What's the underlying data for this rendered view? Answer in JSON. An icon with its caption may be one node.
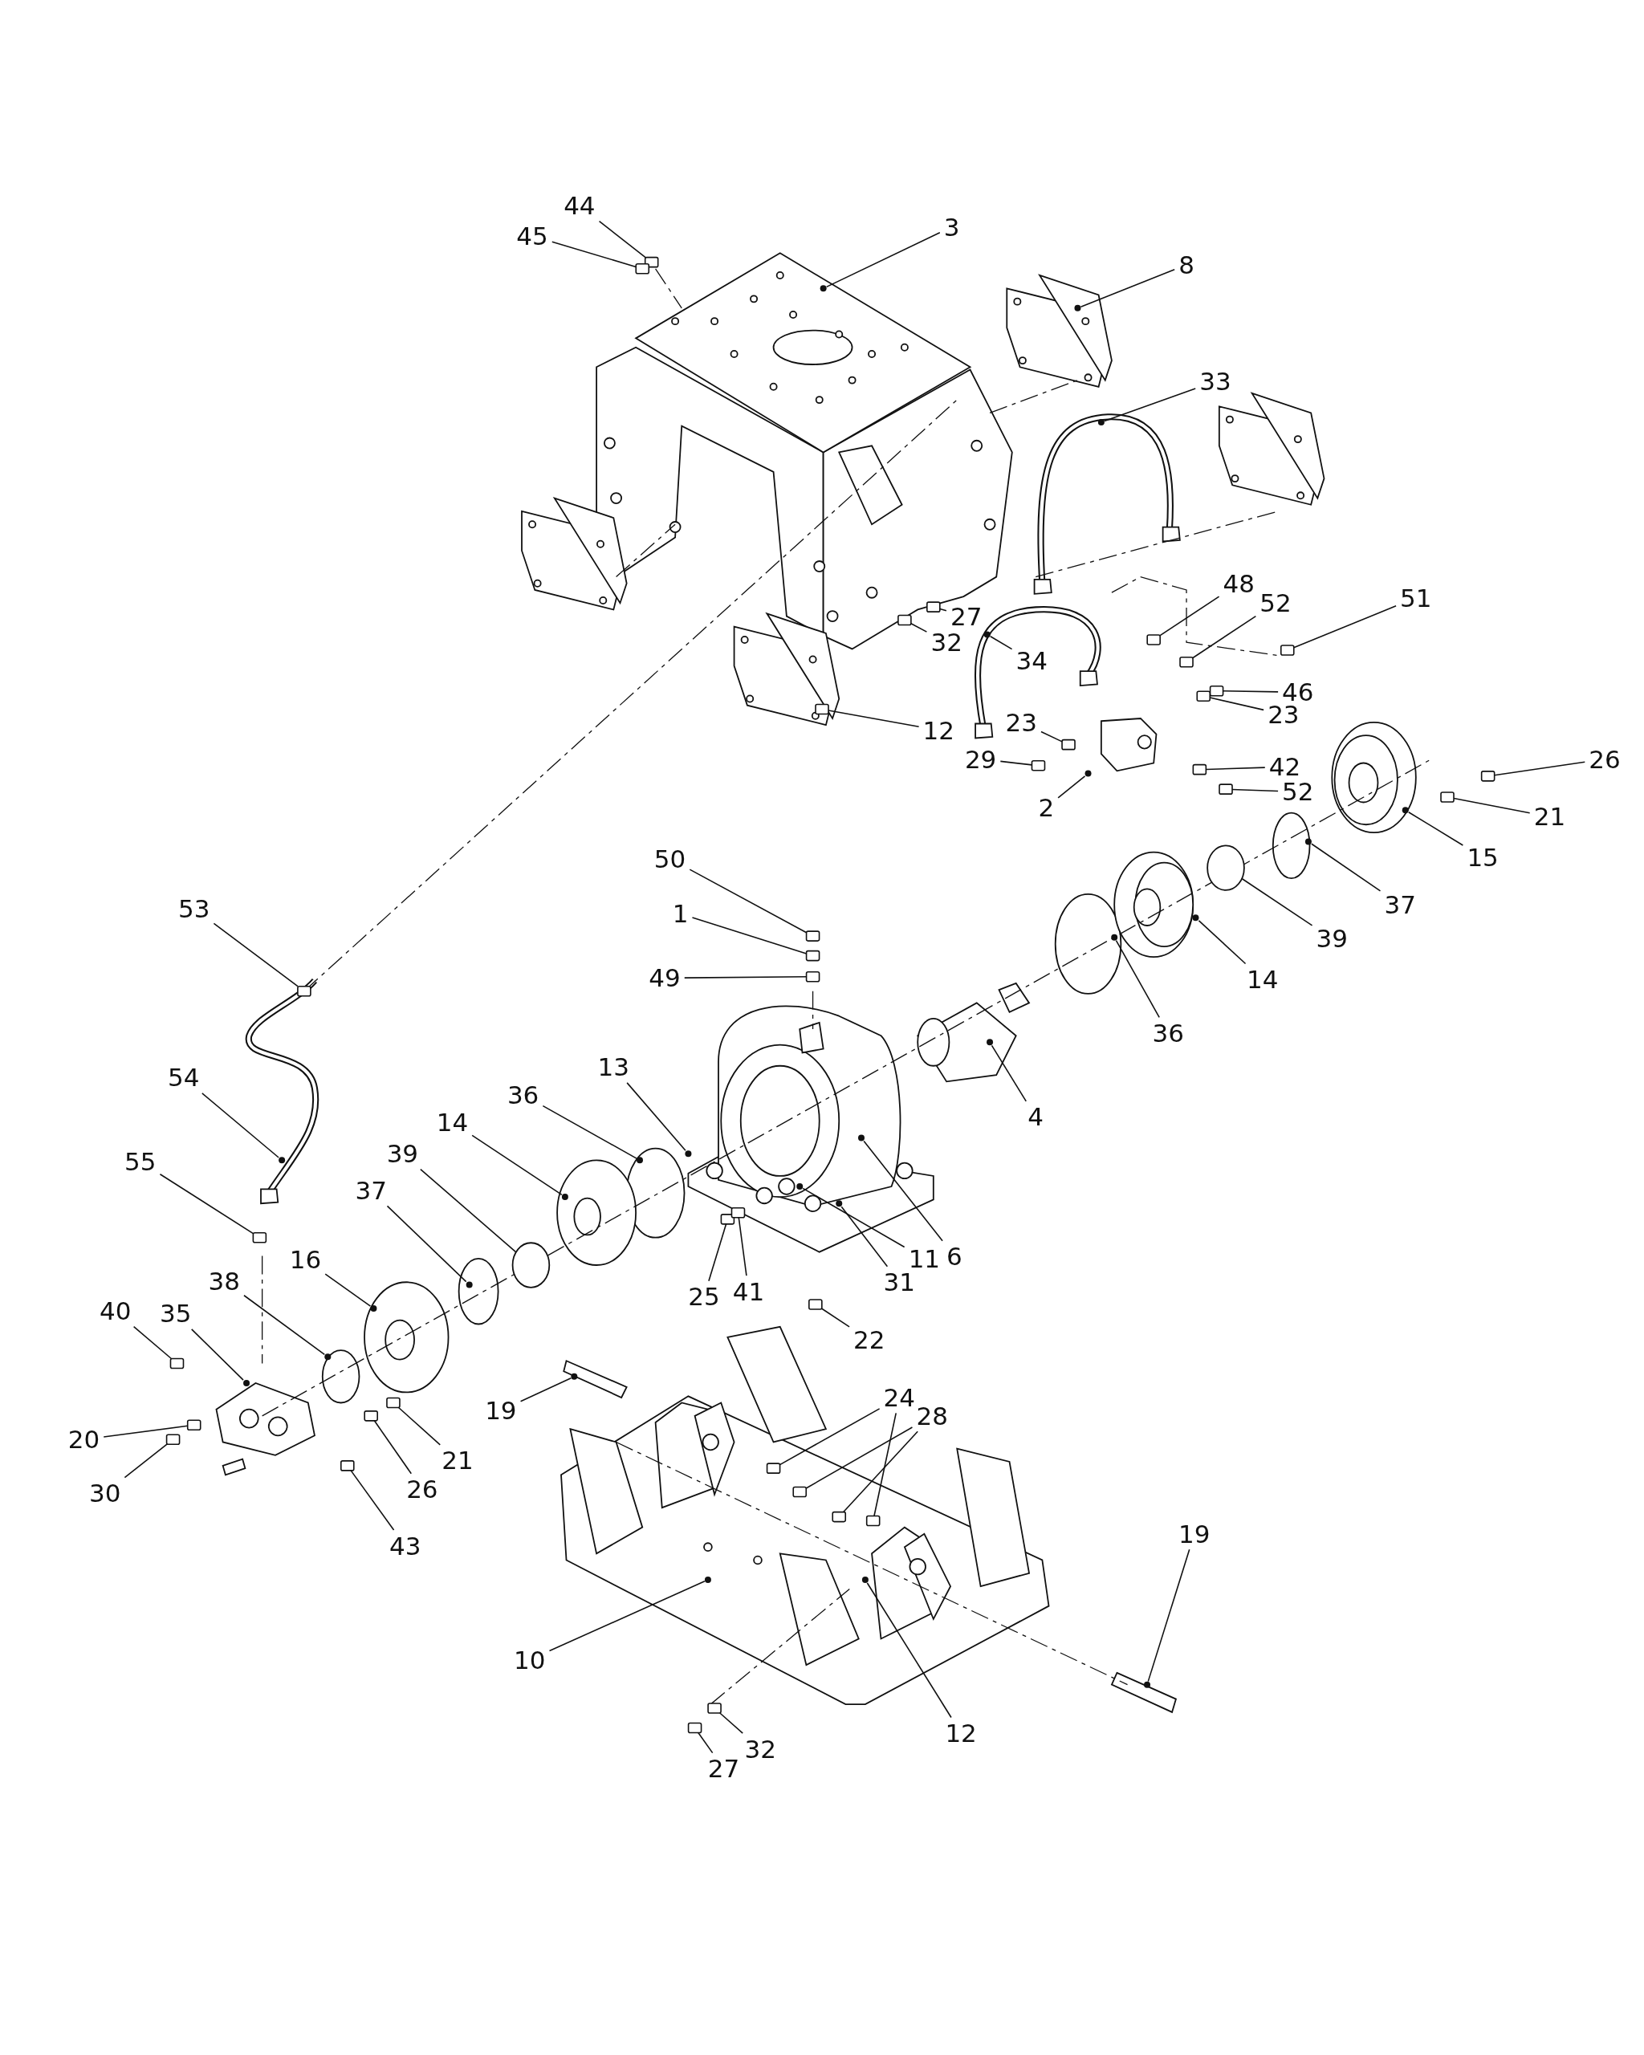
{
  "diagram": {
    "nodes": [
      {
        "text": [
          "44"
        ]
      },
      {
        "text": [
          "45"
        ]
      },
      {
        "text": [
          "3"
        ]
      },
      {
        "text": [
          "8"
        ]
      },
      {
        "text": [
          "33"
        ]
      },
      {
        "text": [
          "48"
        ]
      },
      {
        "text": [
          "52"
        ]
      },
      {
        "text": [
          "51"
        ]
      },
      {
        "text": [
          "27"
        ]
      },
      {
        "text": [
          "32"
        ]
      },
      {
        "text": [
          "34"
        ]
      },
      {
        "text": [
          "46"
        ]
      },
      {
        "text": [
          "23"
        ]
      },
      {
        "text": [
          "12"
        ]
      },
      {
        "text": [
          "23"
        ]
      },
      {
        "text": [
          "29"
        ]
      },
      {
        "text": [
          "42"
        ]
      },
      {
        "text": [
          "52"
        ]
      },
      {
        "text": [
          "26"
        ]
      },
      {
        "text": [
          "21"
        ]
      },
      {
        "text": [
          "2"
        ]
      },
      {
        "text": [
          "15"
        ]
      },
      {
        "text": [
          "50"
        ]
      },
      {
        "text": [
          "1"
        ]
      },
      {
        "text": [
          "49"
        ]
      },
      {
        "text": [
          "37"
        ]
      },
      {
        "text": [
          "39"
        ]
      },
      {
        "text": [
          "14"
        ]
      },
      {
        "text": [
          "36"
        ]
      },
      {
        "text": [
          "13"
        ]
      },
      {
        "text": [
          "4"
        ]
      },
      {
        "text": [
          "53"
        ]
      },
      {
        "text": [
          "54"
        ]
      },
      {
        "text": [
          "36"
        ]
      },
      {
        "text": [
          "14"
        ]
      },
      {
        "text": [
          "39"
        ]
      },
      {
        "text": [
          "37"
        ]
      },
      {
        "text": [
          "55"
        ]
      },
      {
        "text": [
          "16"
        ]
      },
      {
        "text": [
          "11"
        ]
      },
      {
        "text": [
          "6"
        ]
      },
      {
        "text": [
          "31"
        ]
      },
      {
        "text": [
          "25"
        ]
      },
      {
        "text": [
          "41"
        ]
      },
      {
        "text": [
          "38"
        ]
      },
      {
        "text": [
          "22"
        ]
      },
      {
        "text": [
          "40"
        ]
      },
      {
        "text": [
          "35"
        ]
      },
      {
        "text": [
          "24"
        ]
      },
      {
        "text": [
          "28"
        ]
      },
      {
        "text": [
          "19"
        ]
      },
      {
        "text": [
          "20"
        ]
      },
      {
        "text": [
          "21"
        ]
      },
      {
        "text": [
          "26"
        ]
      },
      {
        "text": [
          "30"
        ]
      },
      {
        "text": [
          "43"
        ]
      },
      {
        "text": [
          "19"
        ]
      },
      {
        "text": [
          "10"
        ]
      },
      {
        "text": [
          "12"
        ]
      },
      {
        "text": [
          "32"
        ]
      },
      {
        "text": [
          "27"
        ]
      },
      {
        "text": [],
        "shape": "box"
      },
      {
        "text": [],
        "shape": "box"
      },
      {
        "text": [],
        "shape": "circle"
      },
      {
        "text": [],
        "shape": "circle"
      },
      {
        "text": [],
        "shape": "circle"
      },
      {
        "text": [],
        "shape": "box"
      },
      {
        "text": [],
        "shape": "box"
      },
      {
        "text": [],
        "shape": "box"
      },
      {
        "text": [],
        "shape": "box"
      },
      {
        "text": [],
        "shape": "box"
      },
      {
        "text": [],
        "shape": "circle"
      },
      {
        "text": [],
        "shape": "box"
      },
      {
        "text": [],
        "shape": "box"
      },
      {
        "text": [],
        "shape": "box"
      },
      {
        "text": [],
        "shape": "box"
      },
      {
        "text": [],
        "shape": "box"
      },
      {
        "text": [],
        "shape": "box"
      },
      {
        "text": [],
        "shape": "box"
      },
      {
        "text": [],
        "shape": "box"
      },
      {
        "text": [],
        "shape": "box"
      },
      {
        "text": [],
        "shape": "circle"
      },
      {
        "text": [],
        "shape": "circle"
      },
      {
        "text": [],
        "shape": "box"
      },
      {
        "text": [],
        "shape": "box"
      },
      {
        "text": [],
        "shape": "box"
      },
      {
        "text": [],
        "shape": "circle"
      },
      {
        "text": [],
        "shape": "circle"
      },
      {
        "text": [],
        "shape": "circle"
      },
      {
        "text": [],
        "shape": "circle"
      },
      {
        "text": [],
        "shape": "circle"
      },
      {
        "text": [],
        "shape": "circle"
      },
      {
        "text": [],
        "shape": "box"
      },
      {
        "text": [],
        "shape": "circle"
      },
      {
        "text": [],
        "shape": "circle"
      },
      {
        "text": [],
        "shape": "circle"
      },
      {
        "text": [],
        "shape": "circle"
      },
      {
        "text": [],
        "shape": "circle"
      },
      {
        "text": [],
        "shape": "box"
      },
      {
        "text": [],
        "shape": "circle"
      },
      {
        "text": [],
        "shape": "circle"
      },
      {
        "text": [],
        "shape": "circle"
      },
      {
        "text": [],
        "shape": "circle"
      },
      {
        "text": [],
        "shape": "box"
      },
      {
        "text": [],
        "shape": "box"
      },
      {
        "text": [],
        "shape": "circle"
      },
      {
        "text": [],
        "shape": "box"
      },
      {
        "text": [],
        "shape": "box"
      },
      {
        "text": [],
        "shape": "circle"
      },
      {
        "text": [],
        "shape": "box"
      },
      {
        "text": [],
        "shape": "box"
      },
      {
        "text": [],
        "shape": "box"
      },
      {
        "text": [],
        "shape": "box"
      },
      {
        "text": [],
        "shape": "circle"
      },
      {
        "text": [],
        "shape": "box"
      },
      {
        "text": [],
        "shape": "box"
      },
      {
        "text": [],
        "shape": "box"
      },
      {
        "text": [],
        "shape": "box"
      },
      {
        "text": [],
        "shape": "box"
      },
      {
        "text": [],
        "shape": "circle"
      },
      {
        "text": [],
        "shape": "circle"
      },
      {
        "text": [],
        "shape": "circle"
      },
      {
        "text": [],
        "shape": "box"
      },
      {
        "text": [],
        "shape": "box"
      }
    ],
    "edges": [
      {
        "from": 0,
        "to": 61,
        "arrow": "none"
      },
      {
        "from": 1,
        "to": 62,
        "arrow": "none"
      },
      {
        "from": 2,
        "to": 63,
        "arrow": "none"
      },
      {
        "from": 3,
        "to": 64,
        "arrow": "none"
      },
      {
        "from": 4,
        "to": 65,
        "arrow": "none"
      },
      {
        "from": 5,
        "to": 66,
        "arrow": "none"
      },
      {
        "from": 6,
        "to": 67,
        "arrow": "none"
      },
      {
        "from": 7,
        "to": 68,
        "arrow": "none"
      },
      {
        "from": 8,
        "to": 69,
        "arrow": "none"
      },
      {
        "from": 9,
        "to": 70,
        "arrow": "none"
      },
      {
        "from": 10,
        "to": 71,
        "arrow": "none"
      },
      {
        "from": 11,
        "to": 72,
        "arrow": "none"
      },
      {
        "from": 12,
        "to": 73,
        "arrow": "none"
      },
      {
        "from": 13,
        "to": 74,
        "arrow": "none"
      },
      {
        "from": 14,
        "to": 75,
        "arrow": "none"
      },
      {
        "from": 15,
        "to": 76,
        "arrow": "none"
      },
      {
        "from": 16,
        "to": 77,
        "arrow": "none"
      },
      {
        "from": 17,
        "to": 78,
        "arrow": "none"
      },
      {
        "from": 18,
        "to": 79,
        "arrow": "none"
      },
      {
        "from": 19,
        "to": 80,
        "arrow": "none"
      },
      {
        "from": 20,
        "to": 81,
        "arrow": "none"
      },
      {
        "from": 21,
        "to": 82,
        "arrow": "none"
      },
      {
        "from": 22,
        "to": 83,
        "arrow": "none"
      },
      {
        "from": 23,
        "to": 84,
        "arrow": "none"
      },
      {
        "from": 24,
        "to": 85,
        "arrow": "none"
      },
      {
        "from": 25,
        "to": 86,
        "arrow": "none"
      },
      {
        "from": 26,
        "to": 87,
        "arrow": "none"
      },
      {
        "from": 27,
        "to": 88,
        "arrow": "none"
      },
      {
        "from": 28,
        "to": 89,
        "arrow": "none"
      },
      {
        "from": 29,
        "to": 90,
        "arrow": "none"
      },
      {
        "from": 30,
        "to": 91,
        "arrow": "none"
      },
      {
        "from": 31,
        "to": 92,
        "arrow": "none"
      },
      {
        "from": 32,
        "to": 93,
        "arrow": "none"
      },
      {
        "from": 33,
        "to": 94,
        "arrow": "none"
      },
      {
        "from": 34,
        "to": 95,
        "arrow": "none"
      },
      {
        "from": 35,
        "to": 96,
        "arrow": "none"
      },
      {
        "from": 36,
        "to": 97,
        "arrow": "none"
      },
      {
        "from": 37,
        "to": 98,
        "arrow": "none"
      },
      {
        "from": 38,
        "to": 99,
        "arrow": "none"
      },
      {
        "from": 39,
        "to": 100,
        "arrow": "none"
      },
      {
        "from": 40,
        "to": 101,
        "arrow": "none"
      },
      {
        "from": 41,
        "to": 102,
        "arrow": "none"
      },
      {
        "from": 42,
        "to": 103,
        "arrow": "none"
      },
      {
        "from": 43,
        "to": 104,
        "arrow": "none"
      },
      {
        "from": 44,
        "to": 105,
        "arrow": "none"
      },
      {
        "from": 45,
        "to": 106,
        "arrow": "none"
      },
      {
        "from": 46,
        "to": 107,
        "arrow": "none"
      },
      {
        "from": 47,
        "to": 108,
        "arrow": "none"
      },
      {
        "from": 48,
        "to": 109,
        "arrow": "none"
      },
      {
        "from": 48,
        "to": 110,
        "arrow": "none"
      },
      {
        "from": 49,
        "to": 111,
        "arrow": "none"
      },
      {
        "from": 49,
        "to": 112,
        "arrow": "none"
      },
      {
        "from": 50,
        "to": 113,
        "arrow": "none"
      },
      {
        "from": 51,
        "to": 114,
        "arrow": "none"
      },
      {
        "from": 52,
        "to": 115,
        "arrow": "none"
      },
      {
        "from": 53,
        "to": 116,
        "arrow": "none"
      },
      {
        "from": 54,
        "to": 117,
        "arrow": "none"
      },
      {
        "from": 55,
        "to": 118,
        "arrow": "none"
      },
      {
        "from": 56,
        "to": 119,
        "arrow": "none"
      },
      {
        "from": 57,
        "to": 120,
        "arrow": "none"
      },
      {
        "from": 58,
        "to": 121,
        "arrow": "none"
      },
      {
        "from": 59,
        "to": 122,
        "arrow": "none"
      },
      {
        "from": 60,
        "to": 123,
        "arrow": "none"
      }
    ]
  }
}
